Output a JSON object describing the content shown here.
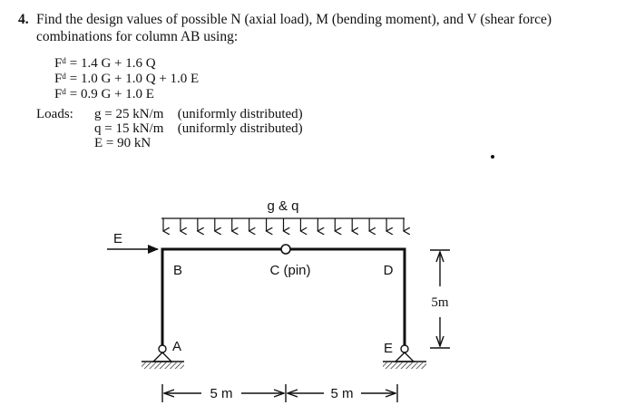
{
  "question": {
    "number": "4.",
    "text": "Find the design values of possible N (axial load), M (bending moment), and V (shear force) combinations for column AB using:"
  },
  "combinations": [
    "Fᵈ = 1.4 G + 1.6 Q",
    "Fᵈ = 1.0 G + 1.0 Q + 1.0 E",
    "Fᵈ = 0.9 G + 1.0 E"
  ],
  "loads": {
    "label": "Loads:",
    "items": [
      {
        "value": "g = 25 kN/m",
        "note": "(uniformly distributed)"
      },
      {
        "value": "q = 15 kN/m",
        "note": "(uniformly distributed)"
      },
      {
        "value": "E = 90 kN",
        "note": ""
      }
    ]
  },
  "diagram": {
    "udl_label": "g & q",
    "point_load_label": "E",
    "node_b": "B",
    "node_c": "C (pin)",
    "node_d": "D",
    "support_a": "A",
    "support_e": "E",
    "height_dim": "5m",
    "span_left": "5 m",
    "span_right": "5 m"
  }
}
